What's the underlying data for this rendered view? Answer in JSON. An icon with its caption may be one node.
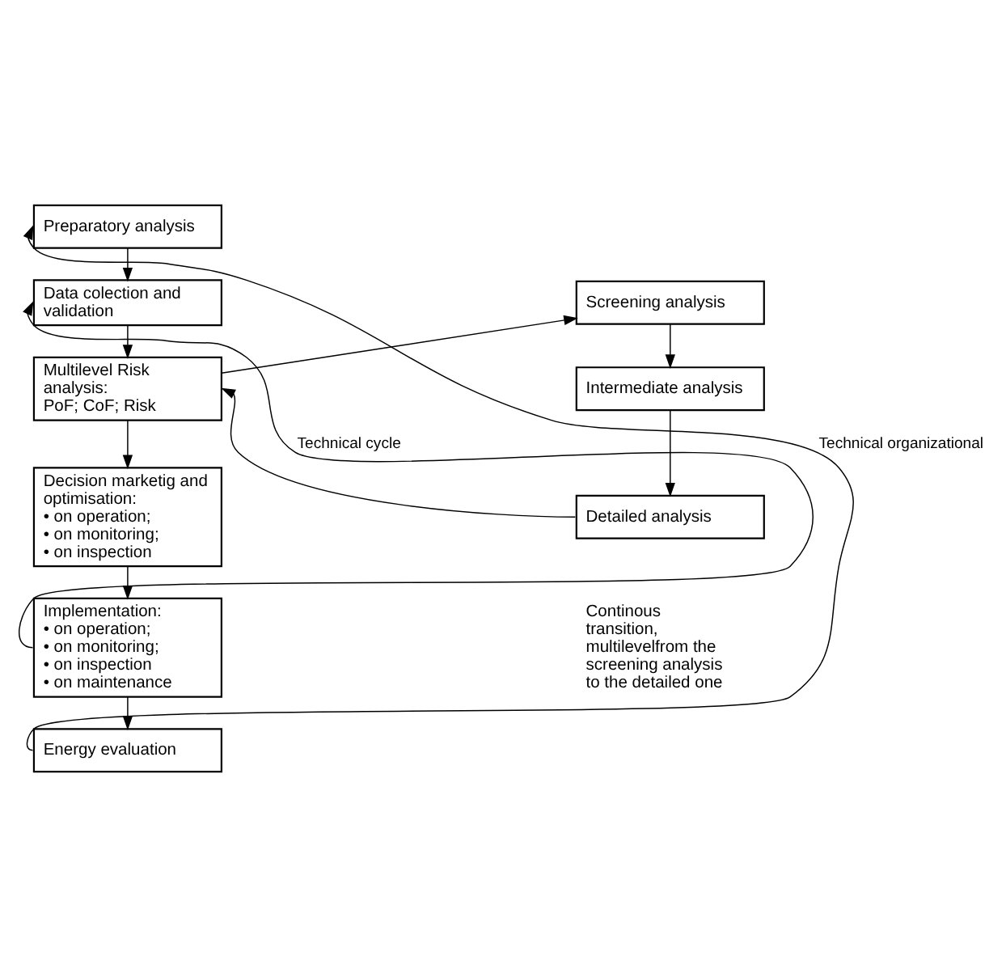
{
  "diagram": {
    "nodes": [
      {
        "text": [
          "Preparatory analysis"
        ]
      },
      {
        "text": [
          "Data colection and validation"
        ]
      },
      {
        "text": [
          "Multilevel Risk analysis:",
          "PoF; CoF; Risk"
        ]
      },
      {
        "text": [
          "Decision marketig and optimisation:",
          "• on operation;",
          "• on monitoring;",
          "• on inspection"
        ]
      },
      {
        "text": [
          "Implementation:",
          "• on operation;",
          "• on monitoring;",
          "• on inspection",
          "• on maintenance"
        ]
      },
      {
        "text": [
          "Energy evaluation"
        ]
      },
      {
        "text": [
          "Screening analysis"
        ]
      },
      {
        "text": [
          "Intermediate analysis"
        ]
      },
      {
        "text": [
          "Detailed analysis"
        ]
      }
    ],
    "edges": [
      {
        "from": 0,
        "to": 1,
        "arrow": "to"
      },
      {
        "from": 1,
        "to": 2,
        "arrow": "to"
      },
      {
        "from": 2,
        "to": 6,
        "arrow": "to"
      },
      {
        "from": 6,
        "to": 7,
        "arrow": "to"
      },
      {
        "from": 7,
        "to": 8,
        "arrow": "to"
      },
      {
        "from": 8,
        "to": 2,
        "arrow": "to"
      },
      {
        "from": 2,
        "to": 3,
        "arrow": "to"
      },
      {
        "from": 3,
        "to": 4,
        "arrow": "to"
      },
      {
        "from": 4,
        "to": 5,
        "arrow": "to"
      },
      {
        "from": 5,
        "to": 0,
        "arrow": "to",
        "label": "Technical organizational"
      },
      {
        "from": 4,
        "to": 1,
        "arrow": "to",
        "label": "Technical cycle"
      }
    ],
    "labels": [
      "Continous transition, multilevelfrom the screening analysis to the detailed one"
    ]
  }
}
